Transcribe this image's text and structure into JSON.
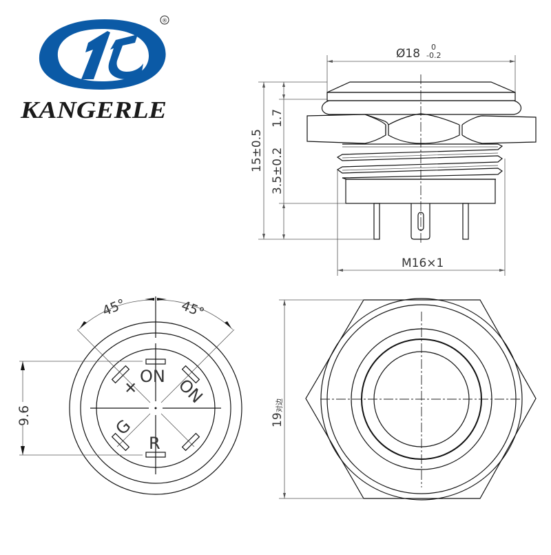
{
  "logo": {
    "brand_name": "KANGERLE",
    "registered_mark": "®",
    "emblem_color": "#0b5aa6",
    "text_color": "#1a1a1a"
  },
  "side_view": {
    "dim_diameter": "Ø18",
    "dim_diameter_tol_upper": "0",
    "dim_diameter_tol_lower": "-0.2",
    "dim_total_height": "15±0.5",
    "dim_head_height": "1.7",
    "dim_pin_length": "3.5±0.2",
    "dim_thread": "M16×1"
  },
  "terminal_view": {
    "angle_left": "45°",
    "angle_right": "45°",
    "dim_pin_spacing": "9.6",
    "labels": {
      "top": "ON",
      "top_right": "ON",
      "top_left": "+",
      "bottom_left": "G",
      "bottom": "R"
    }
  },
  "front_view": {
    "dim_across_flats": "19",
    "dim_across_flats_note": "对边"
  }
}
